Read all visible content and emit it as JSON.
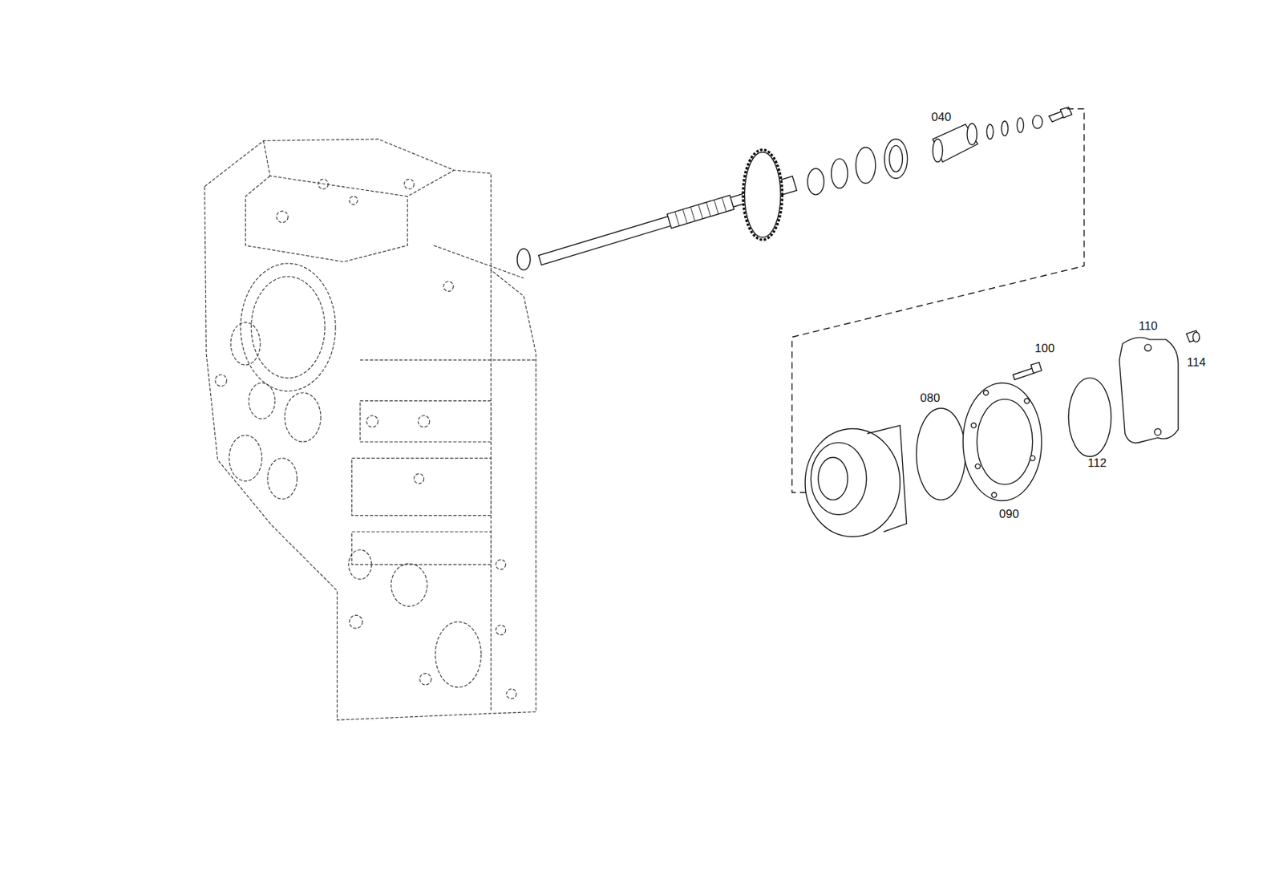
{
  "diagram": {
    "labels": [
      "040",
      "080",
      "090",
      "100",
      "110",
      "112",
      "114"
    ]
  }
}
